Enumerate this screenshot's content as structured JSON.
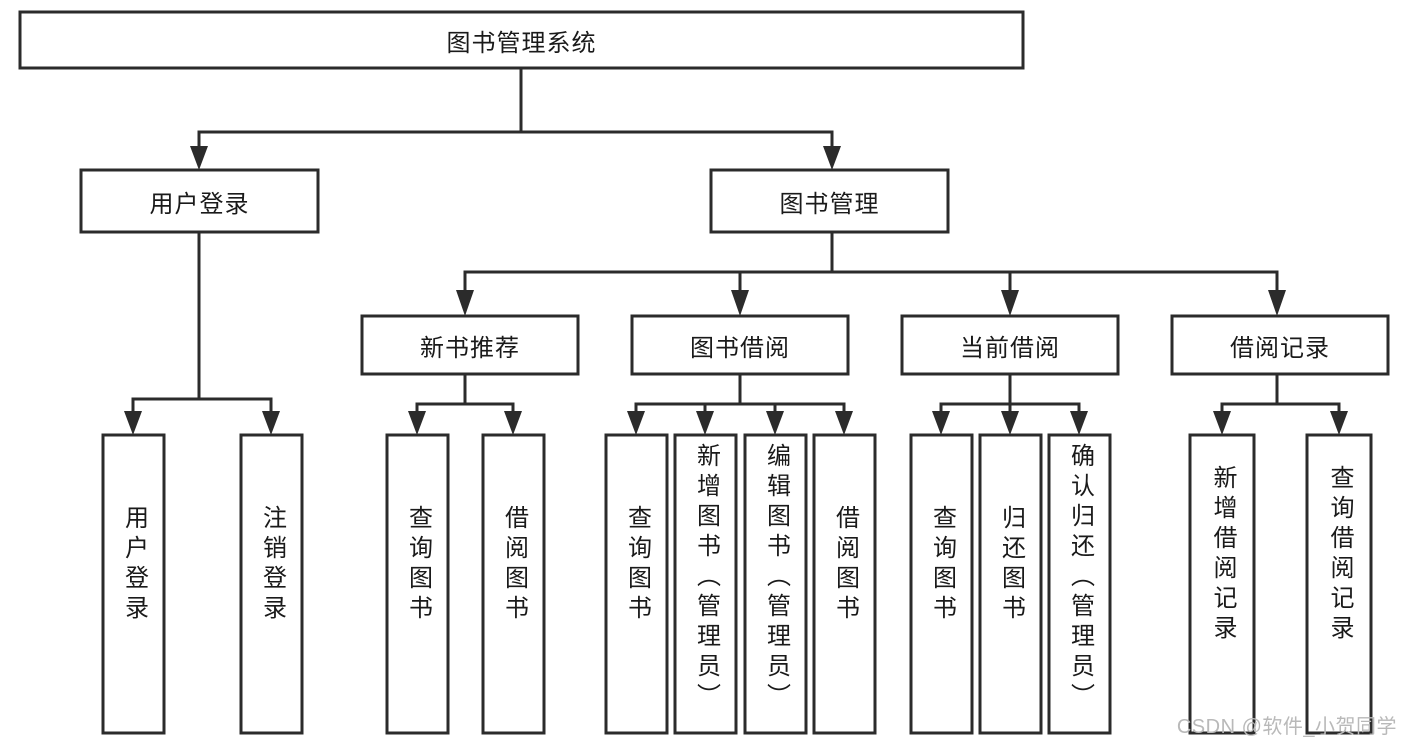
{
  "diagram": {
    "type": "tree",
    "orientation": "top-down",
    "title": "图书管理系统",
    "watermark": "CSDN @软件_小贺同学",
    "style": {
      "box_fill": "#ffffff",
      "box_stroke": "#2b2b2b",
      "text_color": "#1a1a1a",
      "watermark_color": "#b9b9b9",
      "background": "#ffffff"
    },
    "nodes": {
      "root": {
        "label": "图书管理系统",
        "level": 0,
        "text_orientation": "horizontal"
      },
      "l1": [
        {
          "id": "user-login",
          "label": "用户登录",
          "level": 1,
          "text_orientation": "horizontal"
        },
        {
          "id": "book-manage",
          "label": "图书管理",
          "level": 1,
          "text_orientation": "horizontal"
        }
      ],
      "l2": [
        {
          "id": "new-book-rec",
          "label": "新书推荐",
          "level": 2,
          "parent": "book-manage",
          "text_orientation": "horizontal"
        },
        {
          "id": "book-borrow",
          "label": "图书借阅",
          "level": 2,
          "parent": "book-manage",
          "text_orientation": "horizontal"
        },
        {
          "id": "current-borrow",
          "label": "当前借阅",
          "level": 2,
          "parent": "book-manage",
          "text_orientation": "horizontal"
        },
        {
          "id": "borrow-record",
          "label": "借阅记录",
          "level": 2,
          "parent": "book-manage",
          "text_orientation": "horizontal"
        }
      ],
      "leaves": [
        {
          "id": "leaf-user-login",
          "label": "用户登录",
          "parent": "user-login",
          "text_orientation": "vertical"
        },
        {
          "id": "leaf-logout",
          "label": "注销登录",
          "parent": "user-login",
          "text_orientation": "vertical"
        },
        {
          "id": "leaf-query-book-1",
          "label": "查询图书",
          "parent": "new-book-rec",
          "text_orientation": "vertical"
        },
        {
          "id": "leaf-borrow-book-1",
          "label": "借阅图书",
          "parent": "new-book-rec",
          "text_orientation": "vertical"
        },
        {
          "id": "leaf-query-book-2",
          "label": "查询图书",
          "parent": "book-borrow",
          "text_orientation": "vertical"
        },
        {
          "id": "leaf-add-book",
          "label": "新增图书（管理员）",
          "parent": "book-borrow",
          "text_orientation": "vertical"
        },
        {
          "id": "leaf-edit-book",
          "label": "编辑图书（管理员）",
          "parent": "book-borrow",
          "text_orientation": "vertical"
        },
        {
          "id": "leaf-borrow-book-2",
          "label": "借阅图书",
          "parent": "book-borrow",
          "text_orientation": "vertical"
        },
        {
          "id": "leaf-query-book-3",
          "label": "查询图书",
          "parent": "current-borrow",
          "text_orientation": "vertical"
        },
        {
          "id": "leaf-return-book",
          "label": "归还图书",
          "parent": "current-borrow",
          "text_orientation": "vertical"
        },
        {
          "id": "leaf-confirm-return",
          "label": "确认归还（管理员）",
          "parent": "current-borrow",
          "text_orientation": "vertical"
        },
        {
          "id": "leaf-add-record",
          "label": "新增借阅记录",
          "parent": "borrow-record",
          "text_orientation": "vertical"
        },
        {
          "id": "leaf-query-record",
          "label": "查询借阅记录",
          "parent": "borrow-record",
          "text_orientation": "vertical"
        }
      ]
    },
    "edges": [
      {
        "from": "root",
        "to": "user-login"
      },
      {
        "from": "root",
        "to": "book-manage"
      },
      {
        "from": "user-login",
        "to": "leaf-user-login"
      },
      {
        "from": "user-login",
        "to": "leaf-logout"
      },
      {
        "from": "book-manage",
        "to": "new-book-rec"
      },
      {
        "from": "book-manage",
        "to": "book-borrow"
      },
      {
        "from": "book-manage",
        "to": "current-borrow"
      },
      {
        "from": "book-manage",
        "to": "borrow-record"
      },
      {
        "from": "new-book-rec",
        "to": "leaf-query-book-1"
      },
      {
        "from": "new-book-rec",
        "to": "leaf-borrow-book-1"
      },
      {
        "from": "book-borrow",
        "to": "leaf-query-book-2"
      },
      {
        "from": "book-borrow",
        "to": "leaf-add-book"
      },
      {
        "from": "book-borrow",
        "to": "leaf-edit-book"
      },
      {
        "from": "book-borrow",
        "to": "leaf-borrow-book-2"
      },
      {
        "from": "current-borrow",
        "to": "leaf-query-book-3"
      },
      {
        "from": "current-borrow",
        "to": "leaf-return-book"
      },
      {
        "from": "current-borrow",
        "to": "leaf-confirm-return"
      },
      {
        "from": "borrow-record",
        "to": "leaf-add-record"
      },
      {
        "from": "borrow-record",
        "to": "leaf-query-record"
      }
    ]
  }
}
